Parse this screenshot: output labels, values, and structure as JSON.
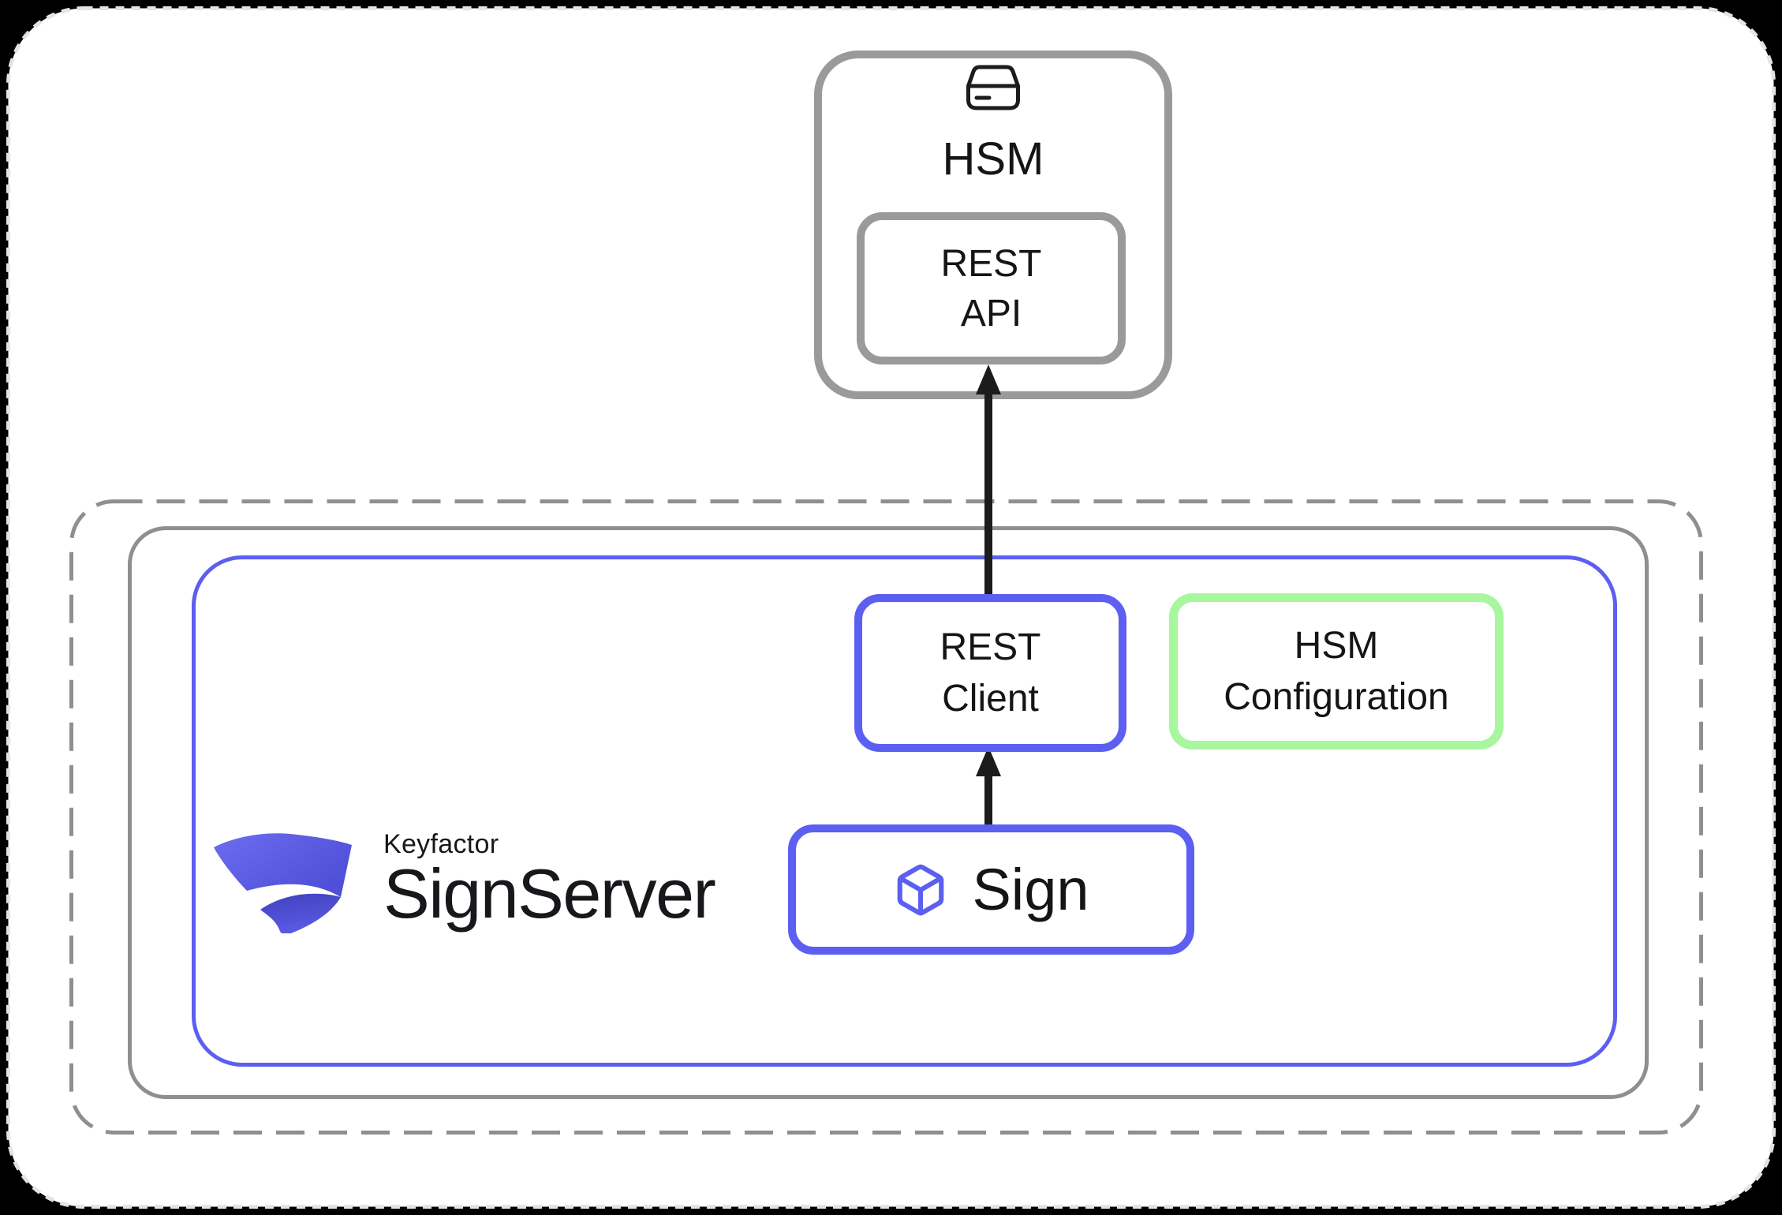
{
  "colors": {
    "canvas_black": "#000000",
    "page_white": "#FFFFFF",
    "page_border": "#E4E4E4",
    "boundary_gray": "#8F8F8F",
    "node_gray": "#9A9A9A",
    "accent_blue": "#5C5FF0",
    "accent_green": "#A8F69E",
    "arrow_black": "#1C1C1C",
    "text_black": "#151515",
    "brand_text": "#17171C",
    "logo_indigo_light": "#6D6DF1",
    "logo_indigo_dark": "#4E4ED6",
    "logo_tail_dark": "#4040BC",
    "logo_tail_light": "#5B5BE6"
  },
  "diagram": {
    "hsm_node": {
      "title": "HSM",
      "icon": "drive-icon",
      "rest_api": {
        "line1": "REST",
        "line2": "API"
      }
    },
    "platform": {
      "brand": {
        "company": "Keyfactor",
        "product": "SignServer",
        "icon": "keyfactor-ribbon-logo"
      },
      "rest_client": {
        "line1": "REST",
        "line2": "Client"
      },
      "hsm_configuration": {
        "line1": "HSM",
        "line2": "Configuration"
      },
      "sign_worker": {
        "label": "Sign",
        "icon": "cube-icon"
      }
    },
    "connections": [
      {
        "from": "Sign",
        "to": "REST Client"
      },
      {
        "from": "REST Client",
        "to": "HSM REST API"
      }
    ]
  }
}
